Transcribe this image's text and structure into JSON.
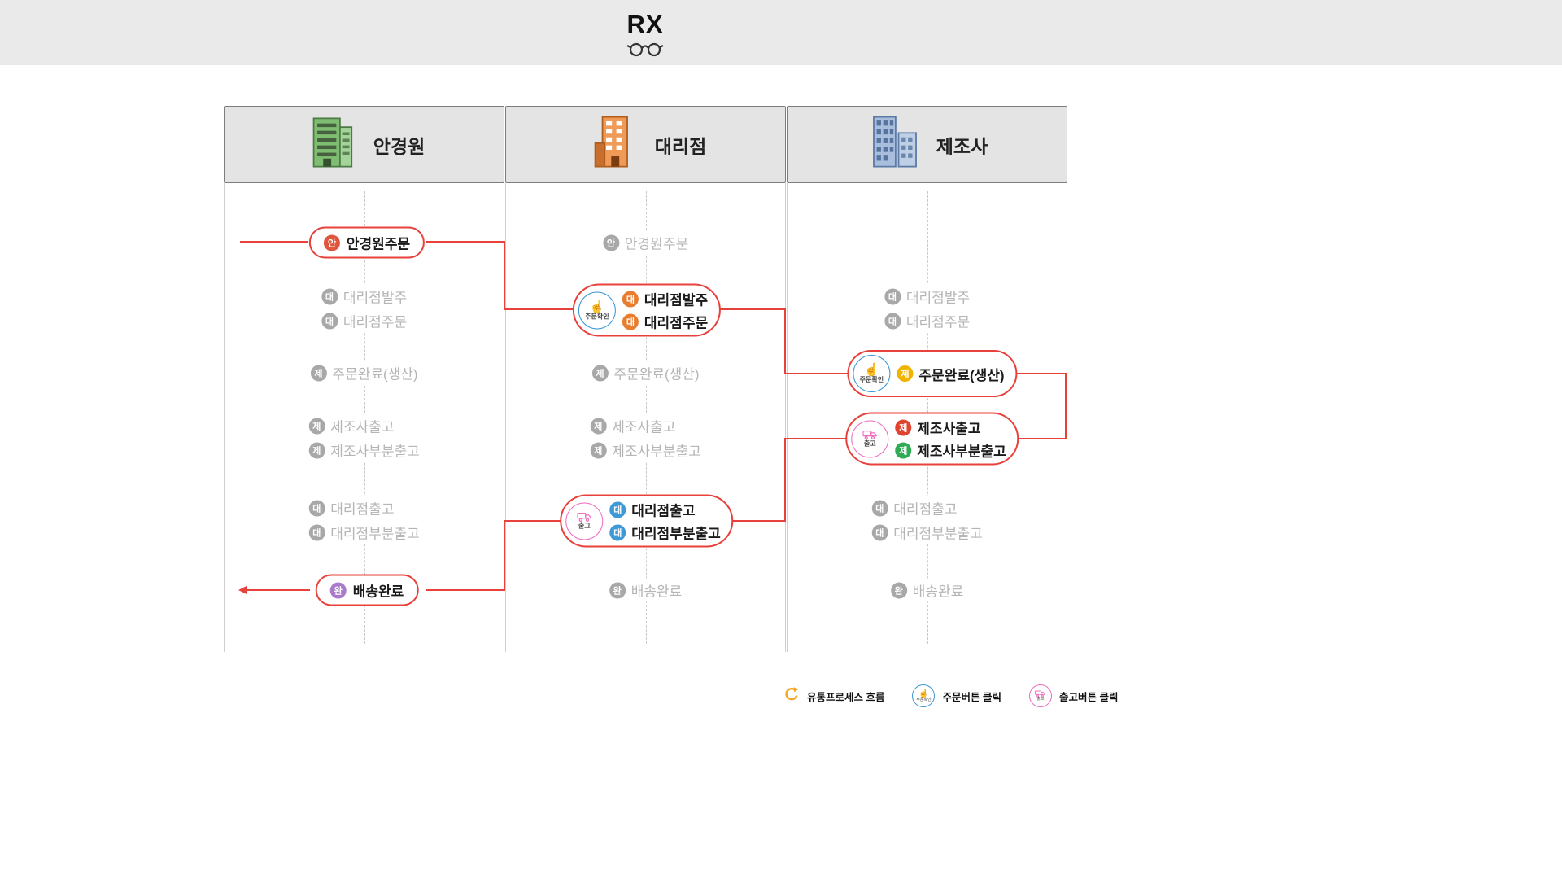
{
  "header": {
    "title": "RX"
  },
  "columns": [
    {
      "label": "안경원"
    },
    {
      "label": "대리점"
    },
    {
      "label": "제조사"
    }
  ],
  "badge_chars": {
    "an": "안",
    "dae": "대",
    "je": "제",
    "wan": "완"
  },
  "steps": {
    "optician_order": "안경원주문",
    "agency_po": "대리점발주",
    "agency_order": "대리점주문",
    "production_complete": "주문완료(생산)",
    "mfr_ship": "제조사출고",
    "mfr_partial_ship": "제조사부분출고",
    "agency_ship": "대리점출고",
    "agency_partial_ship": "대리점부분출고",
    "delivery_complete": "배송완료"
  },
  "buttons": {
    "order_confirm": "주문확인",
    "ship": "출고"
  },
  "legend": [
    {
      "label": "유통프로세스 흐름"
    },
    {
      "label": "주문버튼 클릭"
    },
    {
      "label": "출고버튼 클릭"
    }
  ],
  "colors": {
    "flow_line": "#e8403a",
    "badge_gray": "#a8a8a8",
    "badge_an": "#e0563c",
    "badge_dae_orange": "#e87d2f",
    "badge_dae_blue": "#3d9ad6",
    "badge_je_yellow": "#f0b400",
    "badge_je_red": "#e0432f",
    "badge_je_green": "#2faa55",
    "badge_wan": "#a97bc9",
    "order_icon": "#3b97d3",
    "ship_icon": "#ec6ec0",
    "legend_flow": "#f5a623"
  }
}
